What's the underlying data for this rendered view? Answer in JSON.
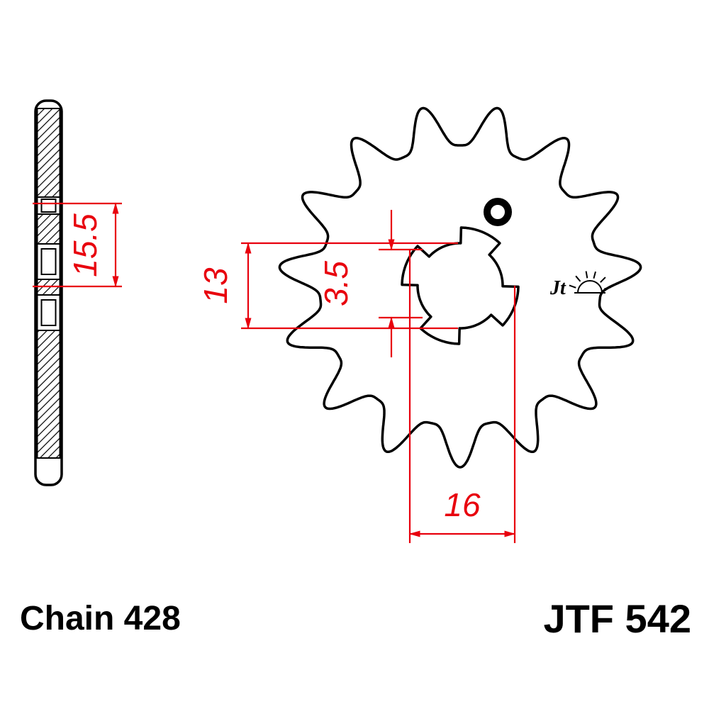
{
  "dimensions": {
    "chain_width": "15.5",
    "bore_diameter": "13",
    "spline_depth": "3.5",
    "spline_od": "16"
  },
  "footer": {
    "chain_label": "Chain 428",
    "part_number": "JTF 542"
  },
  "logo": {
    "text": "Jt"
  },
  "colors": {
    "dimension": "#e8000d",
    "line": "#000000"
  },
  "sprocket": {
    "teeth": 15
  }
}
